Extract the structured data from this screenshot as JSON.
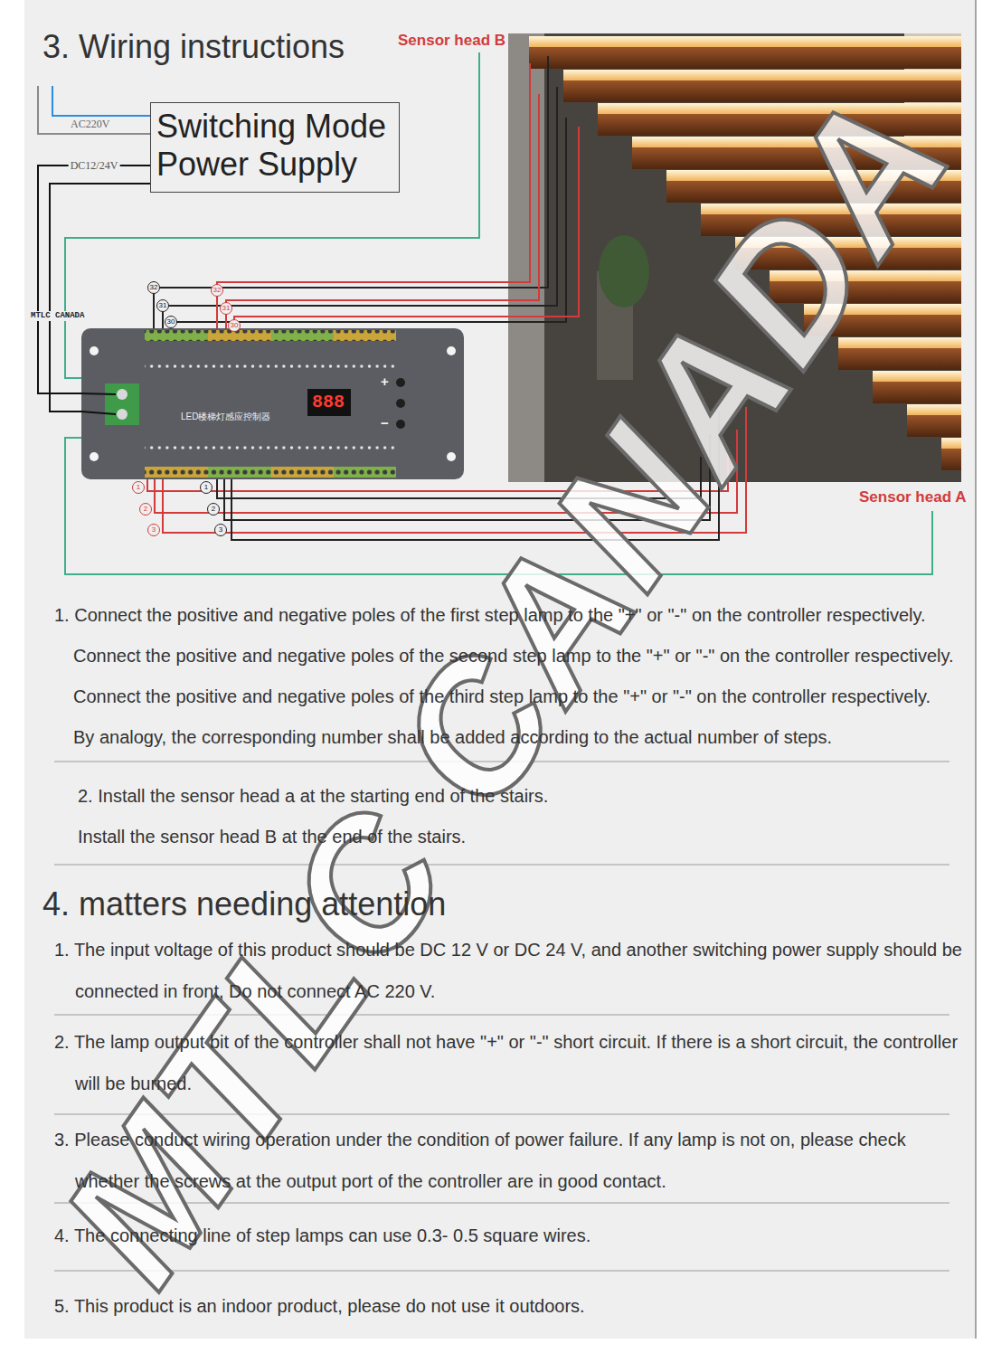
{
  "diagram": {
    "title": "3. Wiring instructions",
    "nodes": [
      {
        "text": [
          "Switching Mode Power Supply"
        ]
      },
      {
        "text": [
          "LED楼梯灯感应控制器",
          "888"
        ]
      }
    ],
    "edges": [
      {
        "from": 0,
        "to": 1,
        "arrow": "none",
        "label": "DC12/24V"
      }
    ],
    "labels": [
      "AC220V",
      "Sensor head B",
      "MTLC CANADA",
      "32",
      "31",
      "30",
      "32",
      "31",
      "30",
      "+",
      "−",
      "1",
      "2",
      "3",
      "1",
      "2",
      "3",
      "Sensor head A",
      "1. Connect the positive and negative poles of the first step lamp to the \"+\" or \"-\" on the controller respectively.",
      "Connect the positive and negative poles of the second step lamp to the \"+\" or \"-\" on the controller respectively.",
      "Connect the positive and negative poles of the third step lamp to the \"+\" or \"-\" on the controller respectively.",
      "By analogy, the corresponding number shall be added according to the actual number of steps.",
      "2. Install the sensor head a at the starting end of the stairs.",
      "Install the sensor head B at the end of the stairs.",
      "4. matters needing attention",
      "1. The input voltage of this product should be DC 12 V or DC 24 V, and another switching power supply should be connected in front, Do not connect AC 220 V.",
      "2. The lamp output bit of the controller shall not have \"+\" or \"-\" short circuit. If there is a short circuit, the controller will be burned.",
      "3. Please conduct wiring operation under the condition of power failure. If any lamp is not on, please check whether the screws at the output port of the controller are in good contact.",
      "4. The connecting line of step lamps can use 0.3- 0.5 square wires.",
      "5. This product is an indoor product, please do not use it outdoors.",
      "MTLC CANADA"
    ]
  }
}
